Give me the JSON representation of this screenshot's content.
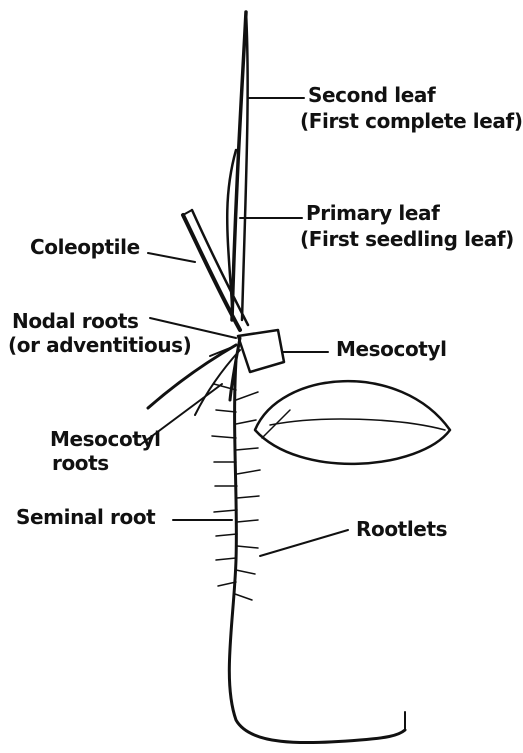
{
  "diagram": {
    "labels": {
      "second_leaf": "Second leaf",
      "second_leaf_note": "(First complete leaf)",
      "primary_leaf": "Primary leaf",
      "primary_leaf_note": "(First seedling leaf)",
      "coleoptile": "Coleoptile",
      "nodal_roots": "Nodal roots",
      "nodal_roots_note": "(or adventitious)",
      "mesocotyl": "Mesocotyl",
      "mesocotyl_roots_1": "Mesocotyl",
      "mesocotyl_roots_2": "roots",
      "seminal_root": "Seminal root",
      "rootlets": "Rootlets"
    }
  }
}
